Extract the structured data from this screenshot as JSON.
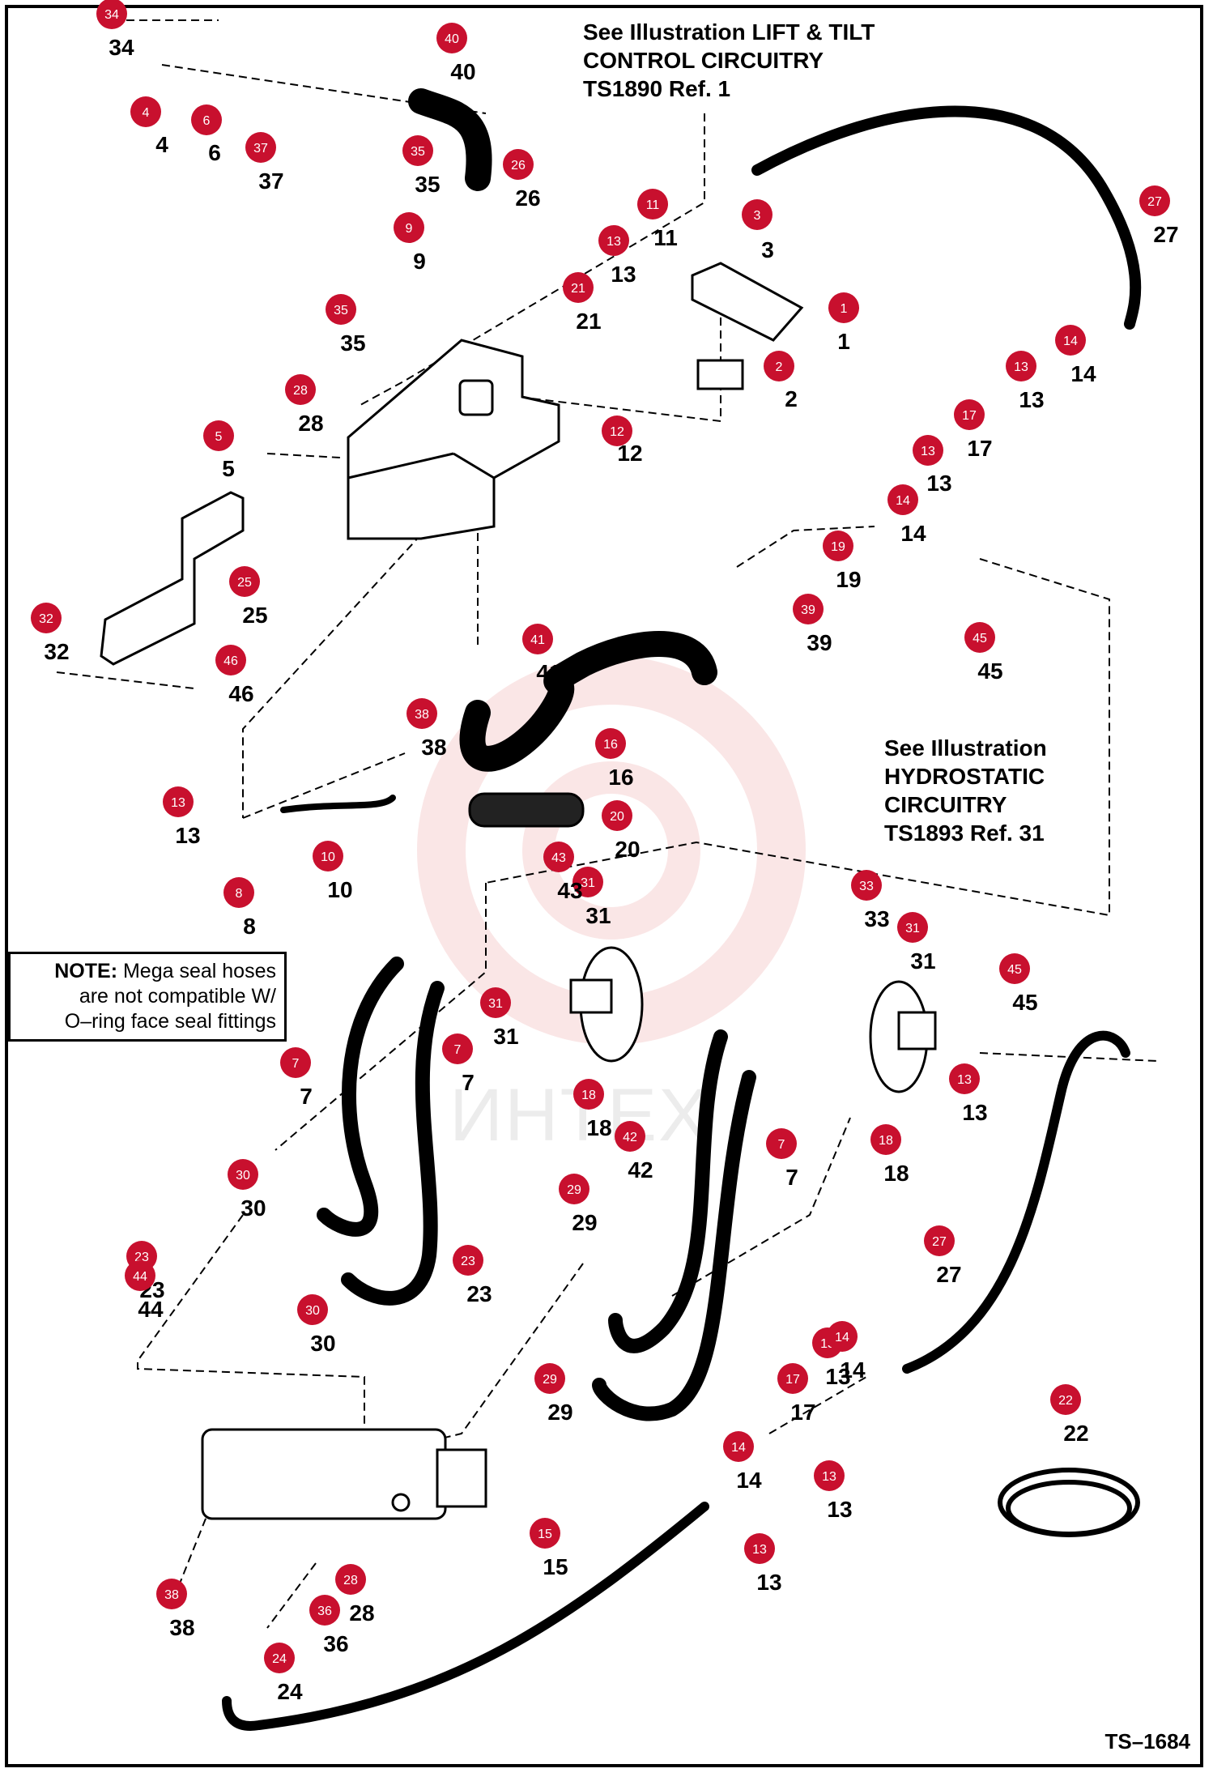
{
  "callouts": {
    "lift_tilt": [
      "See Illustration LIFT & TILT",
      "CONTROL CIRCUITRY",
      "TS1890 Ref. 1"
    ],
    "hydrostatic": [
      "See Illustration",
      "HYDROSTATIC",
      "CIRCUITRY",
      "TS1893 Ref. 31"
    ]
  },
  "note": {
    "label": "NOTE:",
    "line1": "Mega seal hoses",
    "line2": "are not compatible W/",
    "line3": "O–ring face seal fittings"
  },
  "document_id": "TS–1684",
  "watermark": "ИНТЕХ",
  "colors": {
    "badge": "#c8102e",
    "line": "#000000",
    "watermark": "#f2b8b8"
  },
  "parts": [
    {
      "n": "1",
      "label": "1"
    },
    {
      "n": "2",
      "label": "2"
    },
    {
      "n": "3",
      "label": "3"
    },
    {
      "n": "4",
      "label": "4"
    },
    {
      "n": "5",
      "label": "5"
    },
    {
      "n": "6",
      "label": "6"
    },
    {
      "n": "7",
      "label": "7"
    },
    {
      "n": "7",
      "label": "7"
    },
    {
      "n": "7",
      "label": "7"
    },
    {
      "n": "8",
      "label": "8"
    },
    {
      "n": "9",
      "label": "9"
    },
    {
      "n": "10",
      "label": "10"
    },
    {
      "n": "11",
      "label": "11"
    },
    {
      "n": "12",
      "label": "12"
    },
    {
      "n": "13",
      "label": "13"
    },
    {
      "n": "13",
      "label": "13"
    },
    {
      "n": "13",
      "label": "13"
    },
    {
      "n": "13",
      "label": "13"
    },
    {
      "n": "13",
      "label": "13"
    },
    {
      "n": "13",
      "label": "13"
    },
    {
      "n": "13",
      "label": "13"
    },
    {
      "n": "13",
      "label": "13"
    },
    {
      "n": "14",
      "label": "14"
    },
    {
      "n": "14",
      "label": "14"
    },
    {
      "n": "14",
      "label": "14"
    },
    {
      "n": "14",
      "label": "14"
    },
    {
      "n": "15",
      "label": "15"
    },
    {
      "n": "16",
      "label": "16"
    },
    {
      "n": "17",
      "label": "17"
    },
    {
      "n": "17",
      "label": "17"
    },
    {
      "n": "18",
      "label": "18"
    },
    {
      "n": "18",
      "label": "18"
    },
    {
      "n": "19",
      "label": "19"
    },
    {
      "n": "20",
      "label": "20"
    },
    {
      "n": "21",
      "label": "21"
    },
    {
      "n": "22",
      "label": "22"
    },
    {
      "n": "23",
      "label": "23"
    },
    {
      "n": "23",
      "label": "23"
    },
    {
      "n": "24",
      "label": "24"
    },
    {
      "n": "25",
      "label": "25"
    },
    {
      "n": "26",
      "label": "26"
    },
    {
      "n": "27",
      "label": "27"
    },
    {
      "n": "27",
      "label": "27"
    },
    {
      "n": "28",
      "label": "28"
    },
    {
      "n": "28",
      "label": "28"
    },
    {
      "n": "29",
      "label": "29"
    },
    {
      "n": "29",
      "label": "29"
    },
    {
      "n": "30",
      "label": "30"
    },
    {
      "n": "30",
      "label": "30"
    },
    {
      "n": "31",
      "label": "31"
    },
    {
      "n": "31",
      "label": "31"
    },
    {
      "n": "31",
      "label": "31"
    },
    {
      "n": "32",
      "label": "32"
    },
    {
      "n": "33",
      "label": "33"
    },
    {
      "n": "34",
      "label": "34"
    },
    {
      "n": "35",
      "label": "35"
    },
    {
      "n": "35",
      "label": "35"
    },
    {
      "n": "36",
      "label": "36"
    },
    {
      "n": "37",
      "label": "37"
    },
    {
      "n": "38",
      "label": "38"
    },
    {
      "n": "38",
      "label": "38"
    },
    {
      "n": "39",
      "label": "39"
    },
    {
      "n": "40",
      "label": "40"
    },
    {
      "n": "41",
      "label": "41"
    },
    {
      "n": "42",
      "label": "42"
    },
    {
      "n": "43",
      "label": "43"
    },
    {
      "n": "44",
      "label": "44"
    },
    {
      "n": "45",
      "label": "45"
    },
    {
      "n": "45",
      "label": "45"
    },
    {
      "n": "46",
      "label": "46"
    }
  ]
}
